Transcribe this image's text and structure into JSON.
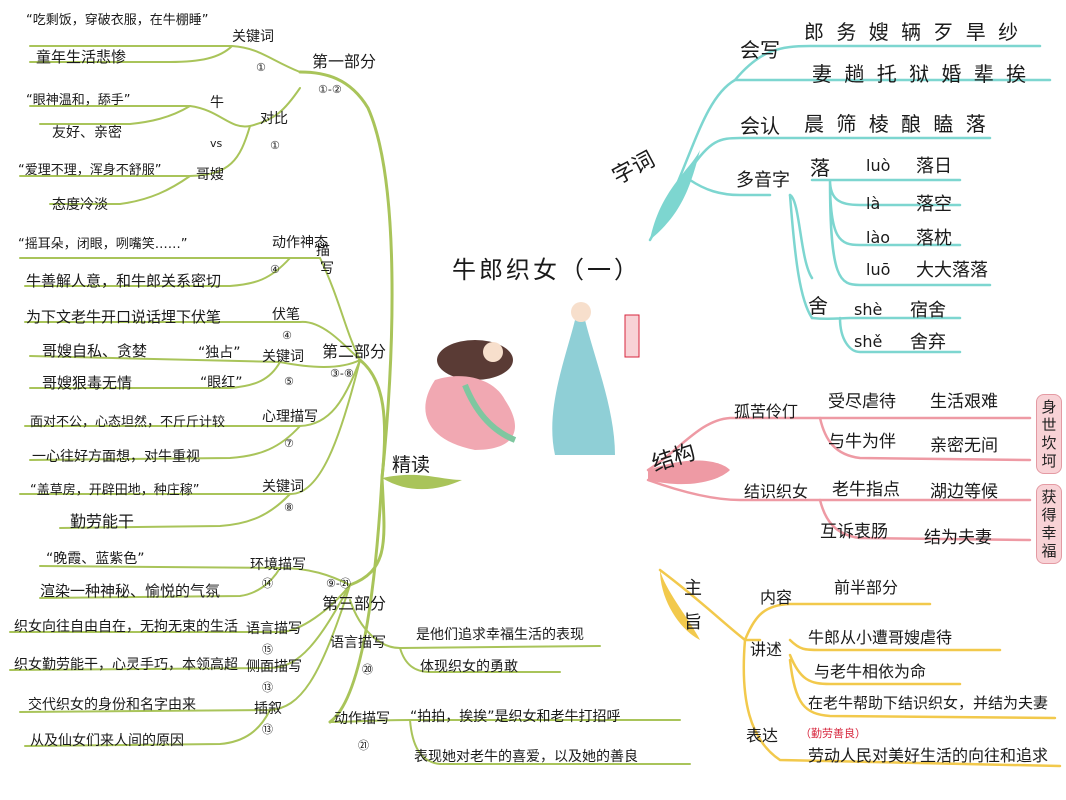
{
  "title": "牛郎织女（一）",
  "colors": {
    "jingdu": "#a9c45a",
    "zici": "#7dd6d0",
    "jiegou": "#ee9aa4",
    "zhuzhi": "#f2c94c",
    "badge_bg": "#f8d2d6",
    "tag": "#d7263d"
  },
  "jingdu": {
    "label": "精读",
    "part1": {
      "label": "第一部分",
      "range": "①-②",
      "a_quote": "“吃剩饭，穿破衣服，在牛棚睡”",
      "a_key": "关键词",
      "a_num": "①",
      "a_text": "童年生活悲惨",
      "b_q1": "“眼神温和，舔手”",
      "b_ox": "牛",
      "b_vs": "vs",
      "b_contrast": "对比",
      "b_num": "①",
      "b_t1": "友好、亲密",
      "b_q2": "“爱理不理，浑身不舒服”",
      "b_sister": "哥嫂",
      "b_t2": "态度冷淡"
    },
    "part2": {
      "label": "第二部分",
      "range": "③-⑧",
      "action_quote": "“摇耳朵，闭眼，咧嘴笑……”",
      "action": "动作神态",
      "miao": "描",
      "xie": "写",
      "action_num": "④",
      "action_text": "牛善解人意，和牛郎关系密切",
      "fubi_text": "为下文老牛开口说话埋下伏笔",
      "fubi": "伏笔",
      "fubi_num": "④",
      "key_t1": "哥嫂自私、贪婪",
      "key_q1": "“独占”",
      "key": "关键词",
      "key_num": "⑤",
      "key_t2": "哥嫂狠毒无情",
      "key_q2": "“眼红”",
      "psy_t1": "面对不公，心态坦然，不斤斤计较",
      "psy": "心理描写",
      "psy_num": "⑦",
      "psy_t2": "一心往好方面想，对牛重视",
      "k3_quote": "“盖草房，开辟田地，种庄稼”",
      "k3": "关键词",
      "k3_num": "⑧",
      "k3_text": "勤劳能干"
    },
    "part3": {
      "label": "第三部分",
      "range": "⑨-㉑",
      "env_quote": "“晚霞、蓝紫色”",
      "env": "环境描写",
      "env_num": "⑭",
      "env_text": "渲染一种神秘、愉悦的气氛",
      "lang_t": "织女向往自由自在，无拘无束的生活",
      "lang": "语言描写",
      "lang_num": "⑮",
      "side_t": "织女勤劳能干，心灵手巧，本领高超",
      "side": "侧面描写",
      "side_num": "⑬",
      "cha_t1": "交代织女的身份和名字由来",
      "cha": "插叙",
      "cha_num": "⑬",
      "cha_t2": "从及仙女们来人间的原因",
      "lang2": "语言描写",
      "lang2_num": "⑳",
      "lang2_t1": "是他们追求幸福生活的表现",
      "lang2_t2": "体现织女的勇敢",
      "act2": "动作描写",
      "act2_num": "㉑",
      "act2_t1": "“拍拍，挨挨”是织女和老牛打招呼",
      "act2_t2": "表现她对老牛的喜爱，以及她的善良"
    }
  },
  "zici": {
    "label": "字词",
    "write_label": "会写",
    "write_row1": "郎 务 嫂 辆 歹 旱 纱",
    "write_row2": "妻 趟 托 狱 婚 辈 挨",
    "read_label": "会认",
    "read_row": "晨 筛 棱 酿 瞌 落",
    "poly_label": "多音字",
    "luo_char": "落",
    "luo_items": [
      {
        "py": "luò",
        "w": "落日"
      },
      {
        "py": "là",
        "w": "落空"
      },
      {
        "py": "lào",
        "w": "落枕"
      },
      {
        "py": "luō",
        "w": "大大落落"
      }
    ],
    "she_char": "舍",
    "she_items": [
      {
        "py": "shè",
        "w": "宿舍"
      },
      {
        "py": "shě",
        "w": "舍弃"
      }
    ]
  },
  "jiegou": {
    "label": "结构",
    "a_label": "孤苦伶仃",
    "a_1": "受尽虐待",
    "a_2": "生活艰难",
    "a_3": "与牛为伴",
    "a_4": "亲密无间",
    "a_badge": "身世坎坷",
    "b_label": "结识织女",
    "b_1": "老牛指点",
    "b_2": "湖边等候",
    "b_3": "互诉衷肠",
    "b_4": "结为夫妻",
    "b_badge": "获得幸福"
  },
  "zhuzhi": {
    "label": "主旨",
    "content_label": "内容",
    "content": "前半部分",
    "tell_label": "讲述",
    "tell_1": "牛郎从小遭哥嫂虐待",
    "tell_2": "与老牛相依为命",
    "tell_3": "在老牛帮助下结识织女，并结为夫妻",
    "express_label": "表达",
    "express_tag": "（勤劳善良）",
    "express": "劳动人民对美好生活的向往和追求"
  }
}
